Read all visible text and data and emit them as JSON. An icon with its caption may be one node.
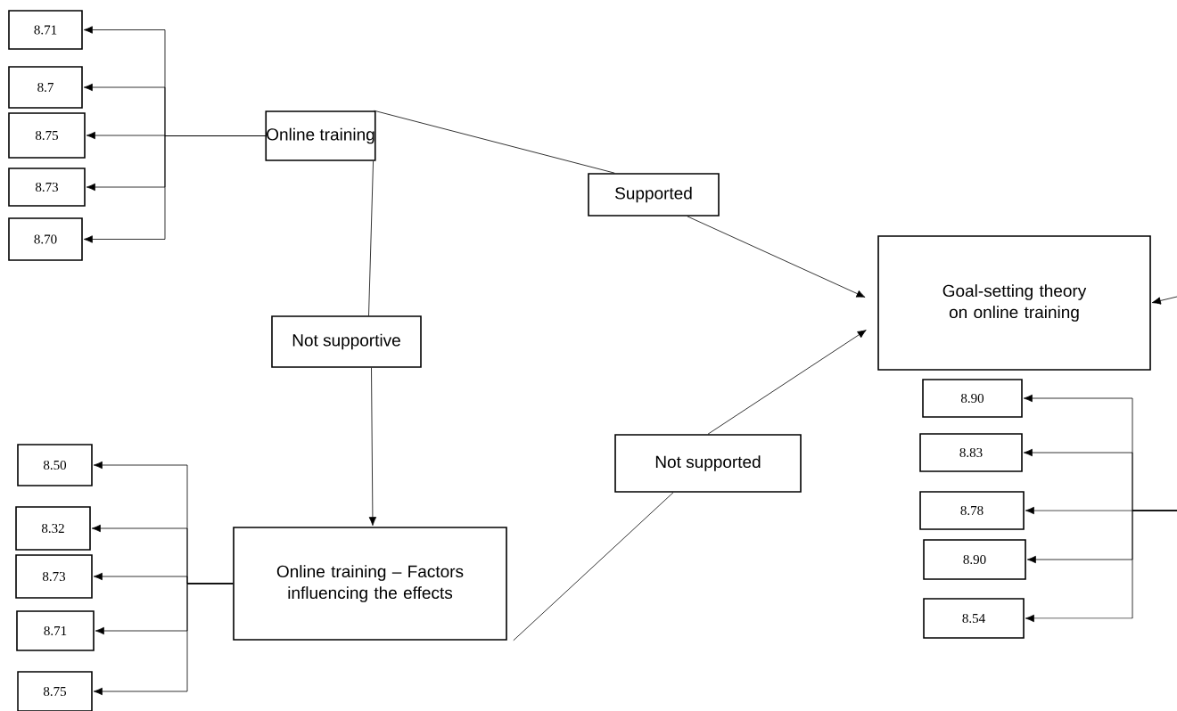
{
  "diagram": {
    "nodes": [
      {
        "text": [
          "Online training"
        ]
      },
      {
        "text": [
          "Supported"
        ]
      },
      {
        "text": [
          "Goal-setting theory on online training"
        ]
      },
      {
        "text": [
          "Not supportive"
        ]
      },
      {
        "text": [
          "Not supported"
        ]
      },
      {
        "text": [
          "Online training – Factors influencing the effects"
        ]
      },
      {
        "text": [
          "8.71"
        ]
      },
      {
        "text": [
          "8.7"
        ]
      },
      {
        "text": [
          "8.75"
        ]
      },
      {
        "text": [
          "8.73"
        ]
      },
      {
        "text": [
          "8.70"
        ]
      },
      {
        "text": [
          "8.90"
        ]
      },
      {
        "text": [
          "8.83"
        ]
      },
      {
        "text": [
          "8.78"
        ]
      },
      {
        "text": [
          "8.90"
        ]
      },
      {
        "text": [
          "8.54"
        ]
      },
      {
        "text": [
          "8.50"
        ]
      },
      {
        "text": [
          "8.32"
        ]
      },
      {
        "text": [
          "8.73"
        ]
      },
      {
        "text": [
          "8.71"
        ]
      },
      {
        "text": [
          "8.75"
        ]
      }
    ],
    "edges": [
      {
        "from": 0,
        "to": 1,
        "arrow": "none"
      },
      {
        "from": 1,
        "to": 2,
        "arrow": "to"
      },
      {
        "from": 0,
        "to": 3,
        "arrow": "none"
      },
      {
        "from": 3,
        "to": 5,
        "arrow": "to"
      },
      {
        "from": 5,
        "to": 4,
        "arrow": "none"
      },
      {
        "from": 4,
        "to": 2,
        "arrow": "to"
      },
      {
        "from": null,
        "to": 2,
        "arrow": "to"
      },
      {
        "from": 0,
        "to": 6,
        "arrow": "to"
      },
      {
        "from": 0,
        "to": 7,
        "arrow": "to"
      },
      {
        "from": 0,
        "to": 8,
        "arrow": "to"
      },
      {
        "from": 0,
        "to": 9,
        "arrow": "to"
      },
      {
        "from": 0,
        "to": 10,
        "arrow": "to"
      },
      {
        "from": null,
        "to": 11,
        "arrow": "to"
      },
      {
        "from": null,
        "to": 12,
        "arrow": "to"
      },
      {
        "from": null,
        "to": 13,
        "arrow": "to"
      },
      {
        "from": null,
        "to": 14,
        "arrow": "to"
      },
      {
        "from": null,
        "to": 15,
        "arrow": "to"
      },
      {
        "from": 5,
        "to": 16,
        "arrow": "to"
      },
      {
        "from": 5,
        "to": 17,
        "arrow": "to"
      },
      {
        "from": 5,
        "to": 18,
        "arrow": "to"
      },
      {
        "from": 5,
        "to": 19,
        "arrow": "to"
      },
      {
        "from": 5,
        "to": 20,
        "arrow": "to"
      }
    ]
  }
}
